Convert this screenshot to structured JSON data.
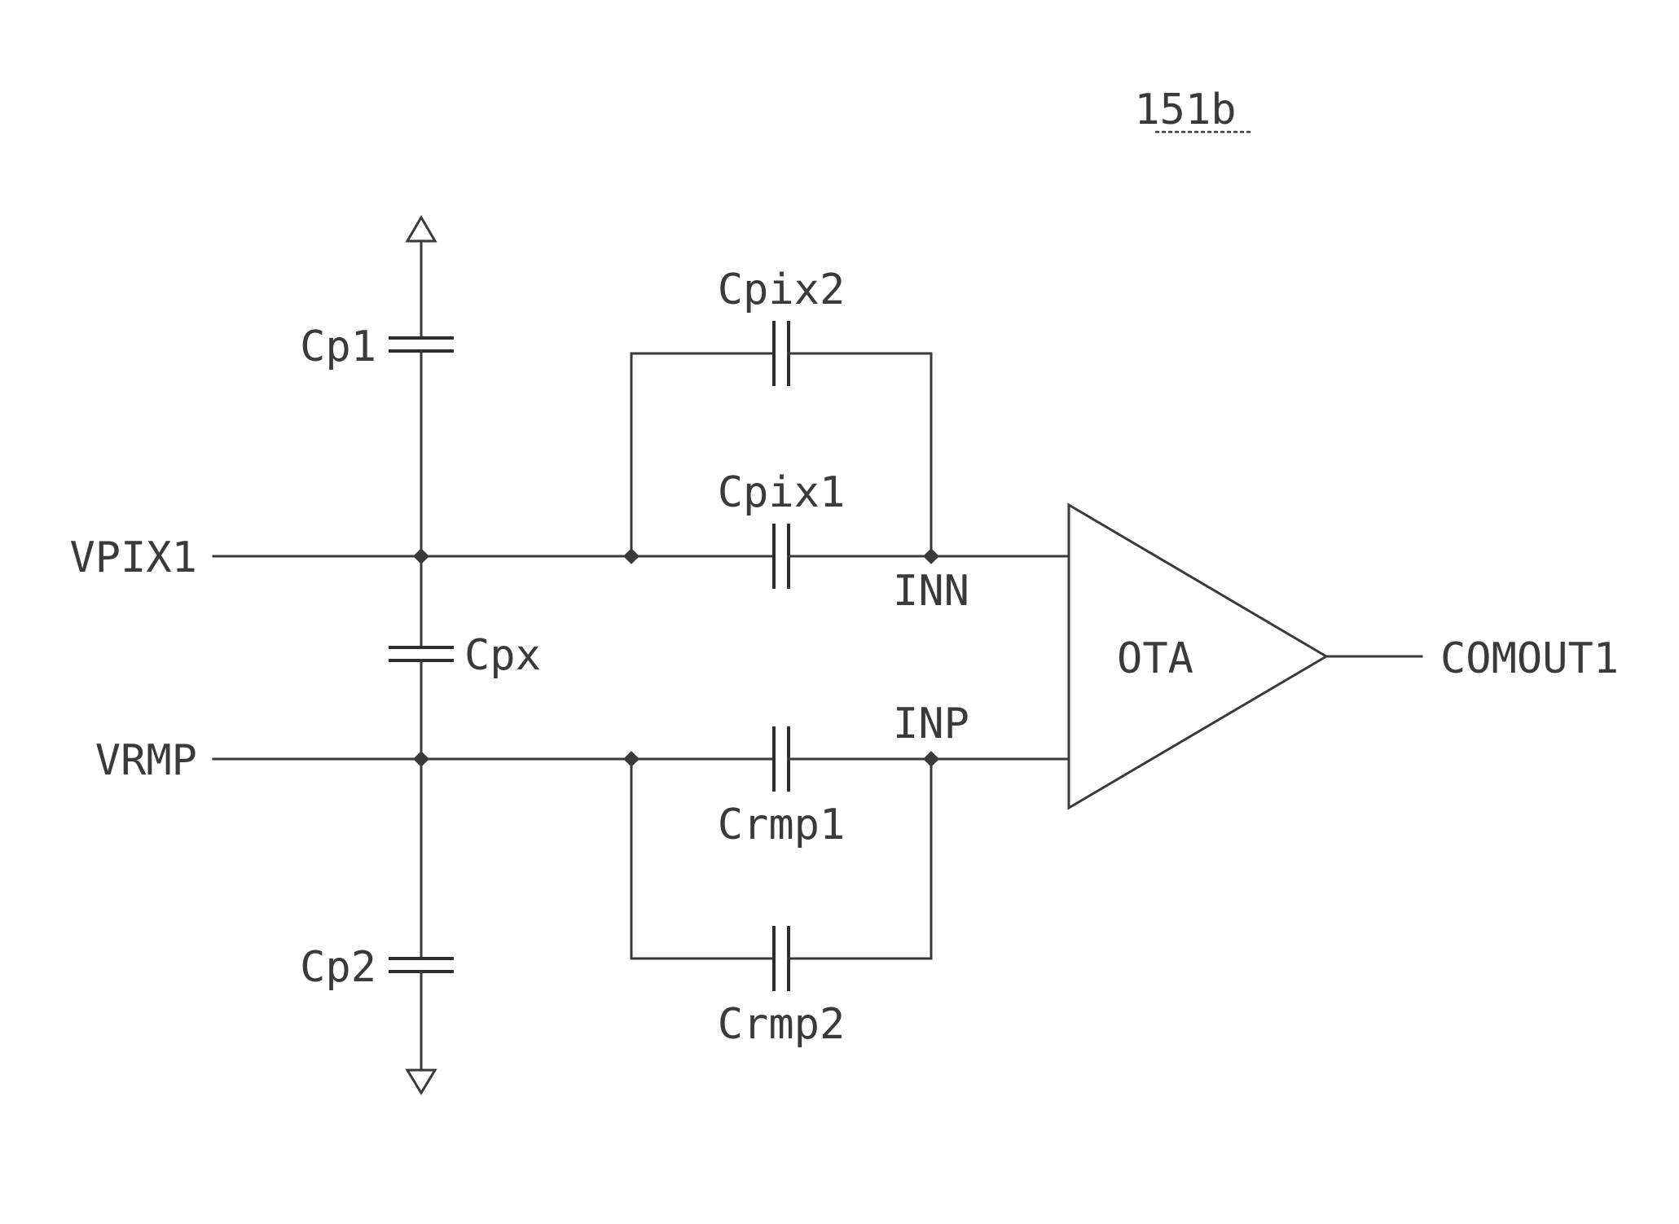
{
  "figure": {
    "reference": "151b"
  },
  "nets": {
    "vpix": "VPIX1",
    "vrmp": "VRMP",
    "inn": "INN",
    "inp": "INP",
    "out": "COMOUT1"
  },
  "components": {
    "cp1": "Cp1",
    "cp2": "Cp2",
    "cpx": "Cpx",
    "cpix1": "Cpix1",
    "cpix2": "Cpix2",
    "crmp1": "Crmp1",
    "crmp2": "Crmp2",
    "ota": "OTA"
  },
  "colors": {
    "ink": "#3a3a3a",
    "background": "#ffffff"
  }
}
